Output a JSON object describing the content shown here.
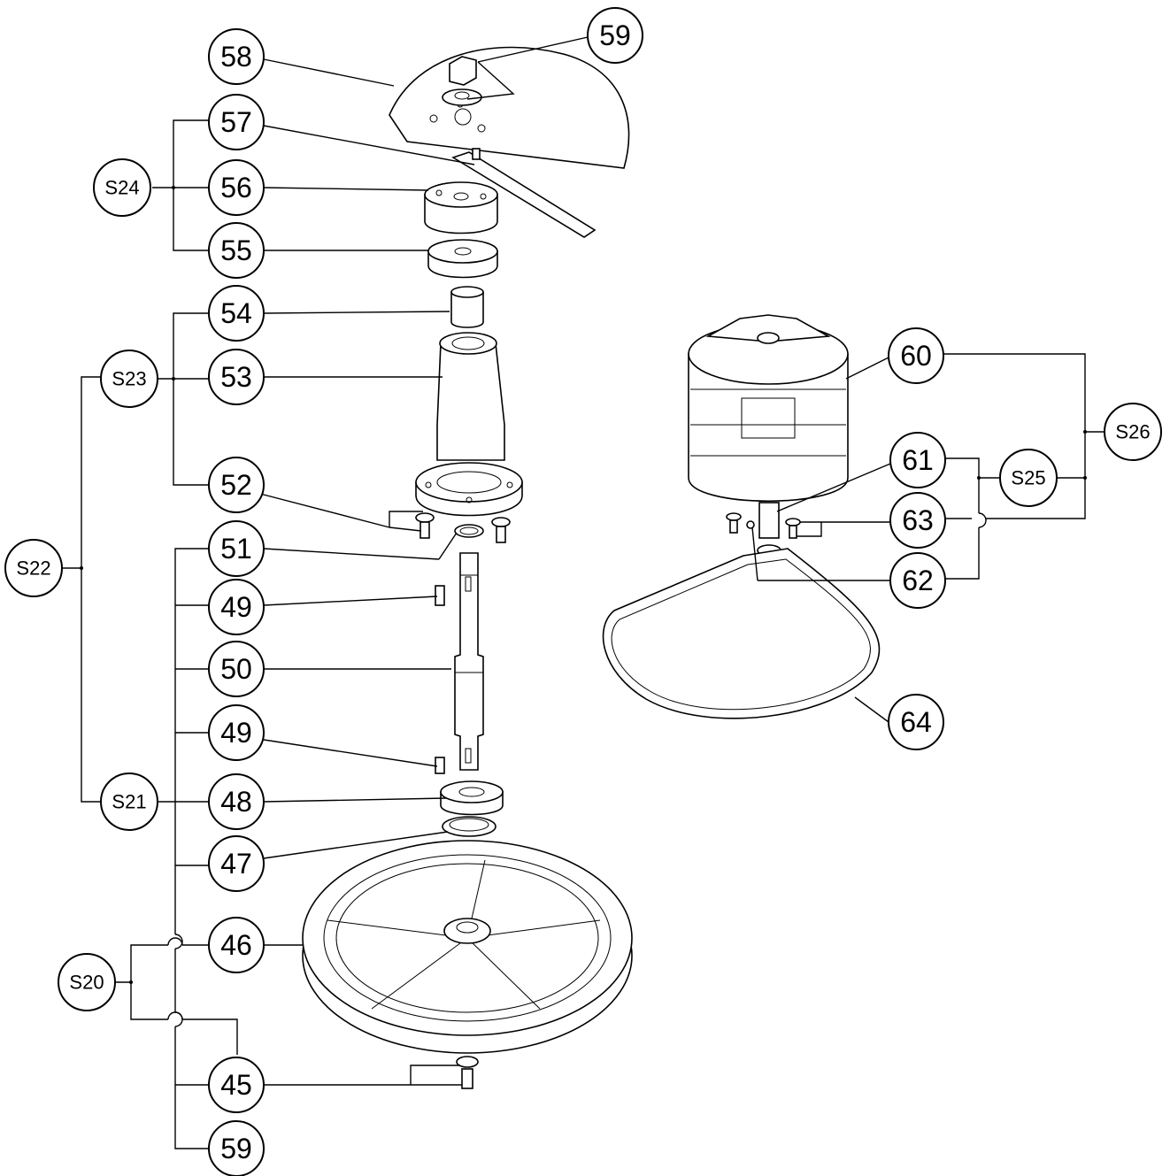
{
  "callouts": {
    "c58": "58",
    "c59_top": "59",
    "c57": "57",
    "c56": "56",
    "c55": "55",
    "c54": "54",
    "c53": "53",
    "c52": "52",
    "c51": "51",
    "c49_upper": "49",
    "c50": "50",
    "c49_lower": "49",
    "c48": "48",
    "c47": "47",
    "c46": "46",
    "c45": "45",
    "c59_bottom": "59",
    "c60": "60",
    "c61": "61",
    "c63": "63",
    "c62": "62",
    "c64": "64"
  },
  "subassemblies": {
    "s20": "S20",
    "s21": "S21",
    "s22": "S22",
    "s23": "S23",
    "s24": "S24",
    "s25": "S25",
    "s26": "S26"
  }
}
